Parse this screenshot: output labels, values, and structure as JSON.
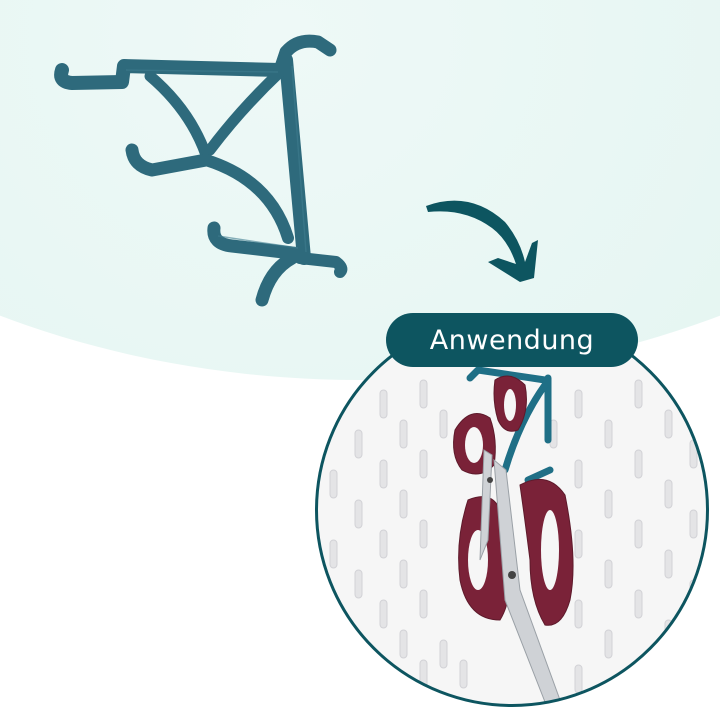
{
  "badge": {
    "label": "Anwendung"
  },
  "product": {
    "name": "pegboard-hook-bracket",
    "color": "#2e6a7c"
  },
  "arrow": {
    "icon": "curved-arrow-down-right-icon",
    "color": "#0d5560"
  },
  "usage_image": {
    "description": "bracket hook holding scissors on white pegboard",
    "border_color": "#0d5560"
  },
  "colors": {
    "accent": "#0d5560",
    "background_blob": "#e2f4f1",
    "scissors_handle": "#7a2238"
  }
}
